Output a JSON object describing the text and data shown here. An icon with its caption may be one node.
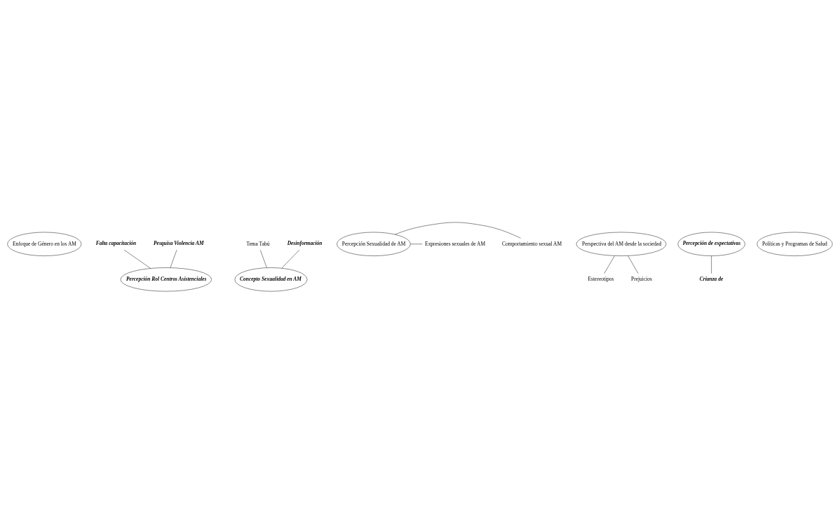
{
  "diagram": {
    "nodes": [
      {
        "text": [
          "Enfoque de Género en los AM"
        ]
      },
      {
        "text": [
          "Falta capacitación"
        ]
      },
      {
        "text": [
          "Pesquisa Violencia AM"
        ]
      },
      {
        "text": [
          "Percepción Rol Centros Asistenciales"
        ]
      },
      {
        "text": [
          "Tema Tabú"
        ]
      },
      {
        "text": [
          "Desinformación"
        ]
      },
      {
        "text": [
          "Concepto Sexualidad en AM"
        ]
      },
      {
        "text": [
          "Comportamiento sexual AM"
        ]
      },
      {
        "text": [
          "Percepción Sexualidad de AM"
        ]
      },
      {
        "text": [
          "Expresiones sexuales de AM"
        ]
      },
      {
        "text": [
          "Perspectiva del AM desde la sociedad"
        ]
      },
      {
        "text": [
          "Percepción de expectativas"
        ]
      },
      {
        "text": [
          "Crianza de"
        ]
      },
      {
        "text": [
          "Políticas y Programas de Salud"
        ]
      },
      {
        "text": [
          "Estereotipos"
        ]
      },
      {
        "text": [
          "Prejuicios"
        ]
      }
    ],
    "edges": [
      {
        "from": 1,
        "to": 3,
        "arrow": "none"
      },
      {
        "from": 2,
        "to": 3,
        "arrow": "none"
      },
      {
        "from": 4,
        "to": 6,
        "arrow": "none"
      },
      {
        "from": 5,
        "to": 6,
        "arrow": "none"
      },
      {
        "from": 8,
        "to": 7,
        "arrow": "none"
      },
      {
        "from": 8,
        "to": 9,
        "arrow": "none"
      },
      {
        "from": 10,
        "to": 14,
        "arrow": "none"
      },
      {
        "from": 10,
        "to": 15,
        "arrow": "none"
      },
      {
        "from": 11,
        "to": 12,
        "arrow": "none"
      }
    ]
  }
}
